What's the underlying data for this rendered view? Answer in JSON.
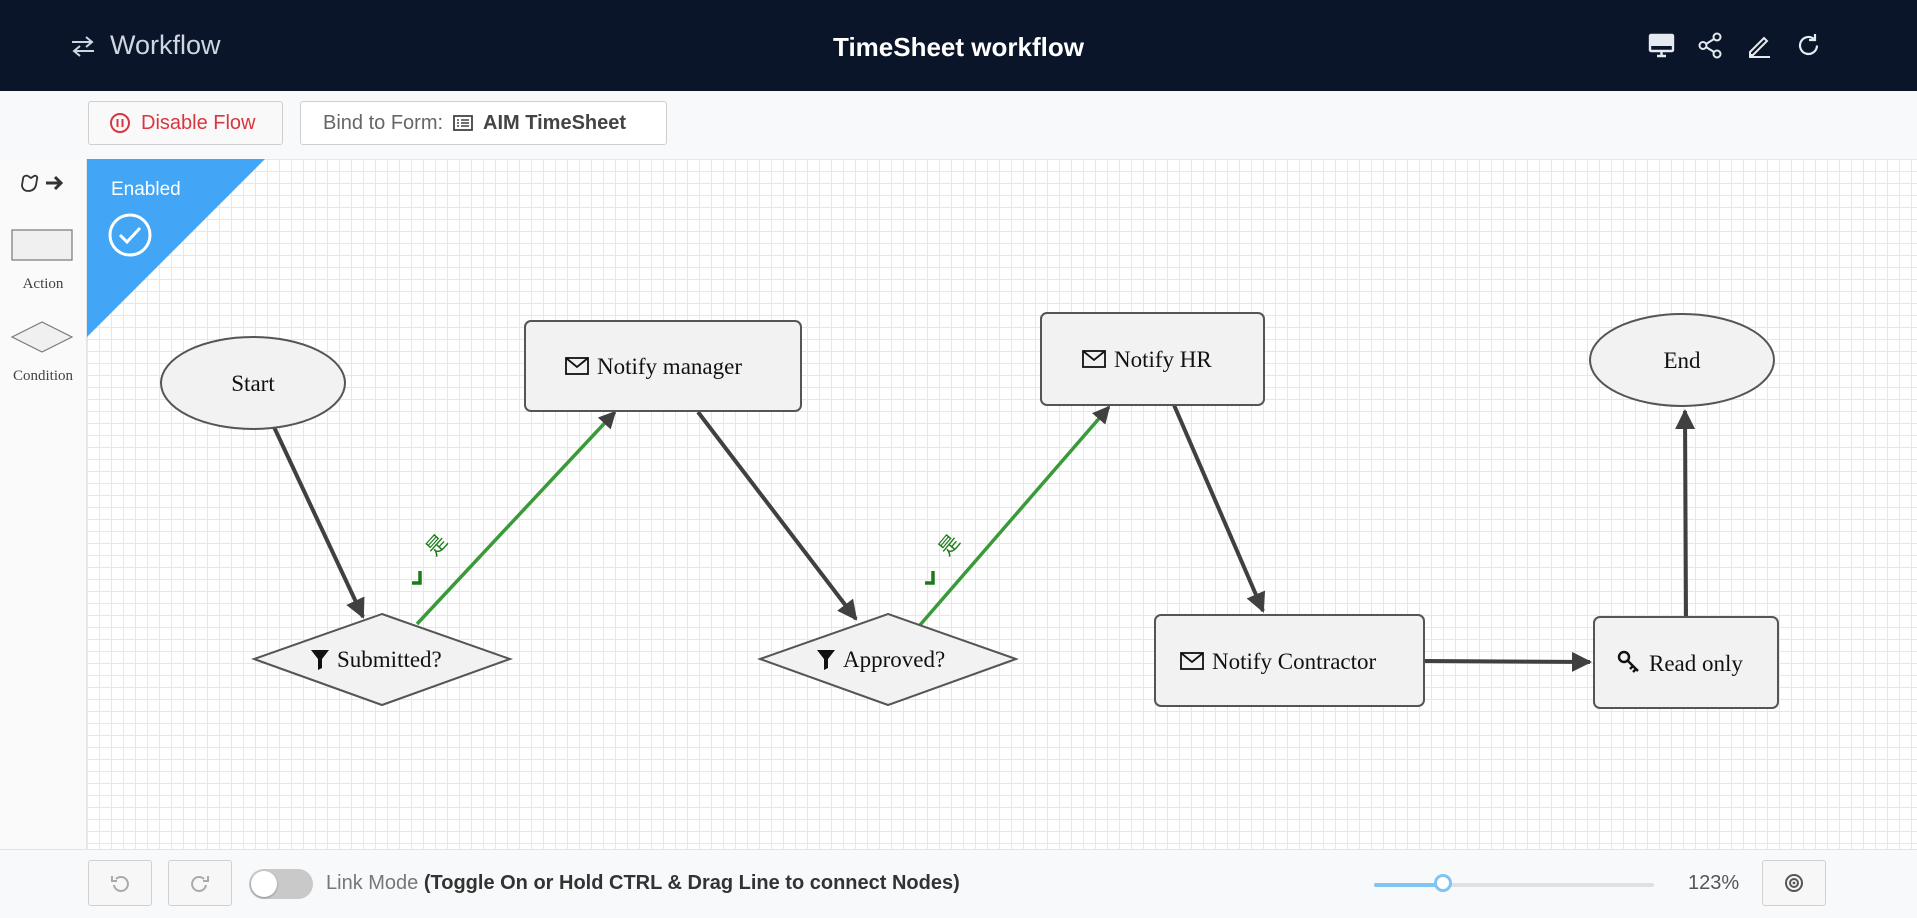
{
  "header": {
    "back_label": "Workflow",
    "title": "TimeSheet workflow"
  },
  "toolbar": {
    "disable_label": "Disable Flow",
    "bind_label": "Bind to Form:",
    "form_name": "AIM TimeSheet"
  },
  "palette": {
    "action_label": "Action",
    "condition_label": "Condition"
  },
  "status": {
    "enabled_label": "Enabled"
  },
  "nodes": {
    "start": "Start",
    "submitted": "Submitted?",
    "notify_manager": "Notify manager",
    "approved": "Approved?",
    "notify_hr": "Notify HR",
    "notify_contractor": "Notify Contractor",
    "read_only": "Read only",
    "end": "End"
  },
  "edge_labels": {
    "yes": "是"
  },
  "footer": {
    "link_mode_label": "Link Mode",
    "link_mode_hint": "(Toggle On or Hold CTRL & Drag Line to connect Nodes)",
    "zoom_percent": 123,
    "zoom_label": "123%"
  },
  "colors": {
    "header_bg": "#0b1529",
    "enabled_banner": "#42a5f5",
    "yes_edge": "#3a9a3a",
    "disable_red": "#d9363e"
  }
}
